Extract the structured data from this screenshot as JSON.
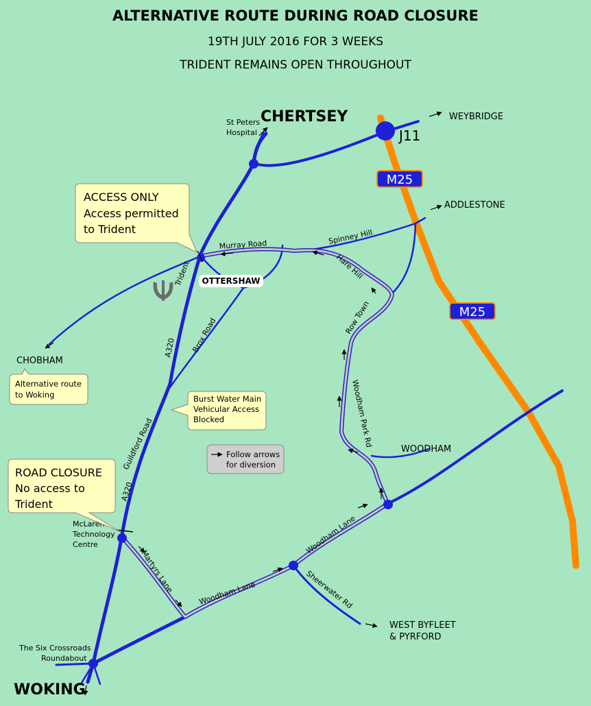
{
  "header": {
    "title": "ALTERNATIVE ROUTE DURING ROAD CLOSURE",
    "subtitle": "19TH JULY 2016 FOR 3 WEEKS",
    "note": "TRIDENT REMAINS OPEN THROUGHOUT"
  },
  "places": {
    "chertsey": "CHERTSEY",
    "st_peters_line1": "St Peters",
    "st_peters_line2": "Hospital",
    "weybridge": "WEYBRIDGE",
    "j11": "J11",
    "addlestone": "ADDLESTONE",
    "ottershaw": "OTTERSHAW",
    "chobham": "CHOBHAM",
    "woodham": "WOODHAM",
    "west_byfleet_line1": "WEST BYFLEET",
    "west_byfleet_line2": "& PYRFORD",
    "woking": "WOKING",
    "six_crossroads_line1": "The Six Crossroads",
    "six_crossroads_line2": "Roundabout",
    "mclaren_line1": "McLaren",
    "mclaren_line2": "Technology",
    "mclaren_line3": "Centre"
  },
  "motorway": {
    "label_upper": "M25",
    "label_lower": "M25"
  },
  "roads": {
    "murray_road": "Murray Road",
    "spinney_hill": "Spinney Hill",
    "hare_hill": "Hare Hill",
    "row_town": "Row Town",
    "woodham_park_rd": "Woodham Park Rd",
    "brox_road": "Brox Road",
    "a320_upper": "A320",
    "a320_lower": "A320",
    "guildford_road": "Guildford Road",
    "martyrs_lane": "Martyrs Lane",
    "woodham_lane_lower": "Woodham Lane",
    "woodham_lane_upper": "Woodham Lane",
    "sheerwater_rd": "Sheerwater Rd",
    "trident": "Trident"
  },
  "callouts": {
    "access_only": {
      "line1": "ACCESS ONLY",
      "line2": "Access permitted",
      "line3": "to Trident"
    },
    "alt_route": {
      "line1": "Alternative route",
      "line2": "to Woking"
    },
    "burst_main": {
      "line1": "Burst Water Main",
      "line2": "Vehicular Access",
      "line3": "Blocked"
    },
    "road_closure": {
      "line1": "ROAD CLOSURE",
      "line2": "No access to",
      "line3": "Trident"
    }
  },
  "legend": {
    "line1": "Follow arrows",
    "line2": "for diversion"
  },
  "colors": {
    "background": "#a8e6c1",
    "main_road": "#1d21d6",
    "motorway": "#ff8a00",
    "motorway_shield": "#1d21d6",
    "diversion": "#b7b1a1",
    "callout_fill": "#ffffc0",
    "legend_fill": "#cfcfcf"
  },
  "icons": {
    "trident_logo": "trident-icon",
    "direction_arrow": "arrow-icon"
  }
}
